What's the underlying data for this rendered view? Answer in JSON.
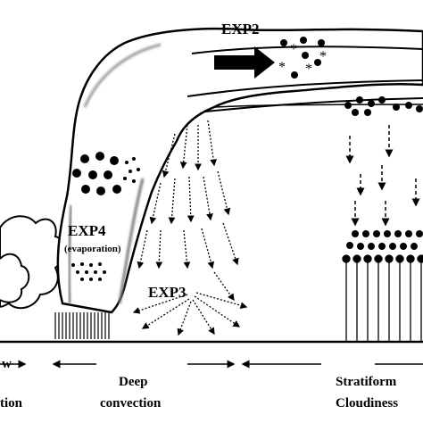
{
  "diagram": {
    "labels": {
      "exp2": "EXP2",
      "exp3": "EXP3",
      "exp4": "EXP4",
      "exp4_note": "(evaporation)"
    },
    "regions": {
      "left_top": "w",
      "left_bottom": "tion",
      "middle_top": "Deep",
      "middle_bottom": "convection",
      "right_top": "Stratiform",
      "right_bottom": "Cloudiness"
    },
    "symbols": {
      "asterisk": "*"
    },
    "colors": {
      "cloud_fill": "#ffffff",
      "ink": "#000000",
      "shade": "#d9d9d9"
    }
  }
}
